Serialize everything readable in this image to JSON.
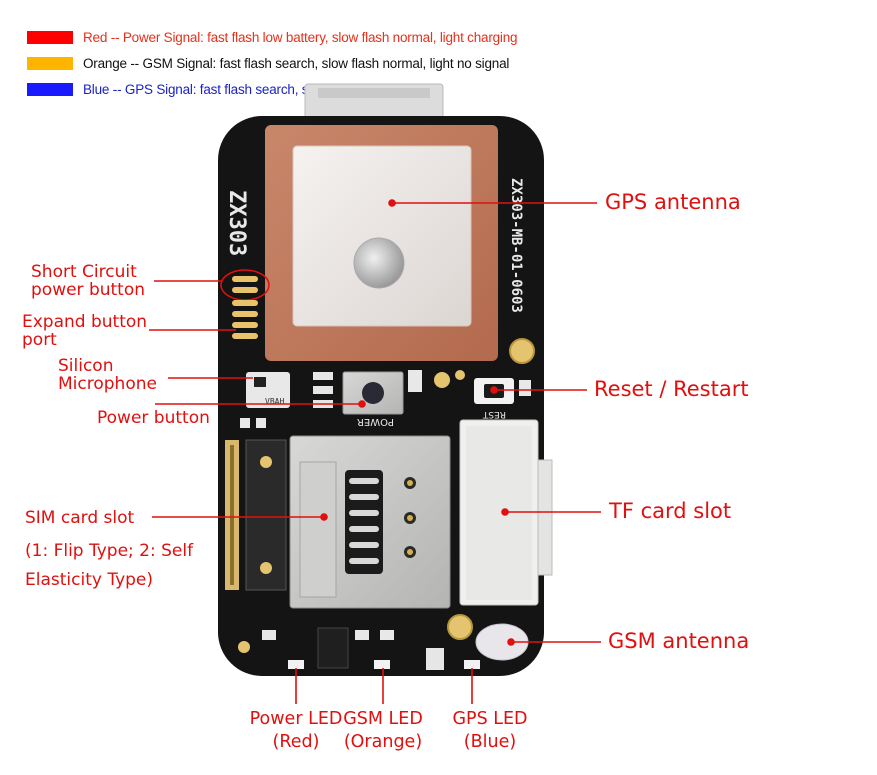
{
  "legend": [
    {
      "color": "#ff0000",
      "text_color": "#e8301a",
      "text": "Red -- Power Signal: fast flash low battery, slow flash normal, light charging"
    },
    {
      "color": "#ffb400",
      "text_color": "#111111",
      "text": "Orange -- GSM Signal: fast flash search, slow flash normal, light no signal"
    },
    {
      "color": "#1a1aff",
      "text_color": "#1a22c8",
      "text": "Blue -- GPS Signal: fast flash search, slow flash normal"
    }
  ],
  "labels": {
    "short_circuit_1": "Short Circuit",
    "short_circuit_2": "power button",
    "expand_1": "Expand button",
    "expand_2": "port",
    "mic_1": "Silicon",
    "mic_2": "Microphone",
    "power_button": "Power button",
    "sim_1": "SIM card slot",
    "sim_2": "(1: Flip Type; 2: Self",
    "sim_3": "Elasticity Type)",
    "gps_antenna": "GPS antenna",
    "reset": "Reset / Restart",
    "tf": "TF card slot",
    "gsm_antenna": "GSM antenna",
    "power_led_1": "Power LED",
    "power_led_2": "(Red)",
    "gsm_led_1": "GSM LED",
    "gsm_led_2": "(Orange)",
    "gps_led_1": "GPS LED",
    "gps_led_2": "(Blue)"
  },
  "board": {
    "silkscreen_id": "ZX303-MB-01-0603",
    "silkscreen_model": "ZX303",
    "power_text": "POWER",
    "reset_text": "REST",
    "mic_text": "VBAH"
  },
  "colors": {
    "accent": "#e0100f",
    "board": "#141414",
    "antenna": "#c07a5c"
  }
}
